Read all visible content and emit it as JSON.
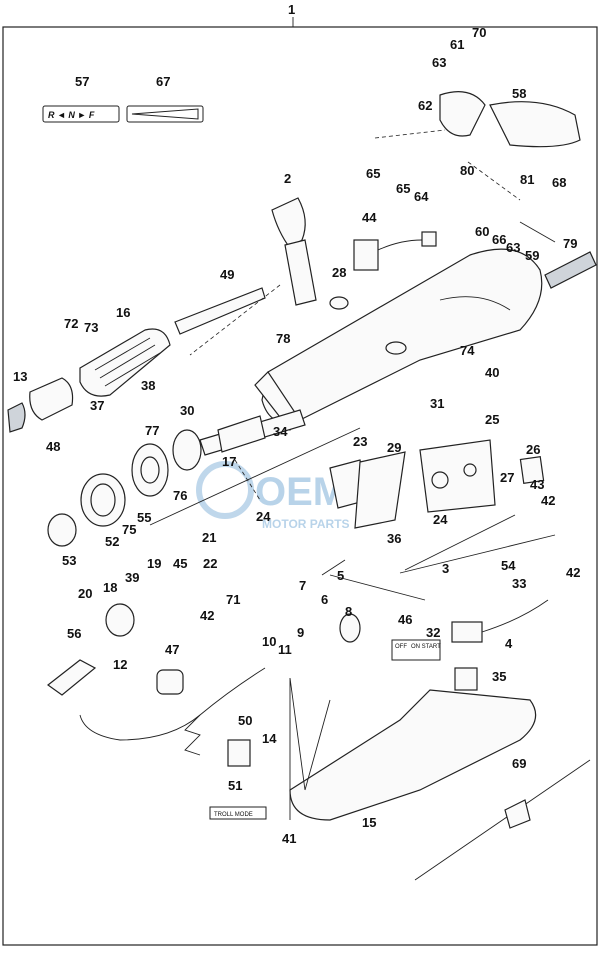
{
  "diagram": {
    "main_callout": "1",
    "callouts": [
      {
        "id": "p2",
        "text": "2"
      },
      {
        "id": "p3",
        "text": "3"
      },
      {
        "id": "p4",
        "text": "4"
      },
      {
        "id": "p5",
        "text": "5"
      },
      {
        "id": "p6",
        "text": "6"
      },
      {
        "id": "p7",
        "text": "7"
      },
      {
        "id": "p8",
        "text": "8"
      },
      {
        "id": "p9",
        "text": "9"
      },
      {
        "id": "p10",
        "text": "10"
      },
      {
        "id": "p11",
        "text": "11"
      },
      {
        "id": "p12",
        "text": "12"
      },
      {
        "id": "p13",
        "text": "13"
      },
      {
        "id": "p14",
        "text": "14"
      },
      {
        "id": "p15",
        "text": "15"
      },
      {
        "id": "p16",
        "text": "16"
      },
      {
        "id": "p17",
        "text": "17"
      },
      {
        "id": "p18",
        "text": "18"
      },
      {
        "id": "p19",
        "text": "19"
      },
      {
        "id": "p20",
        "text": "20"
      },
      {
        "id": "p21",
        "text": "21"
      },
      {
        "id": "p22",
        "text": "22"
      },
      {
        "id": "p23",
        "text": "23"
      },
      {
        "id": "p24a",
        "text": "24"
      },
      {
        "id": "p24b",
        "text": "24"
      },
      {
        "id": "p25",
        "text": "25"
      },
      {
        "id": "p26",
        "text": "26"
      },
      {
        "id": "p27",
        "text": "27"
      },
      {
        "id": "p28",
        "text": "28"
      },
      {
        "id": "p29",
        "text": "29"
      },
      {
        "id": "p30",
        "text": "30"
      },
      {
        "id": "p31",
        "text": "31"
      },
      {
        "id": "p32",
        "text": "32"
      },
      {
        "id": "p33",
        "text": "33"
      },
      {
        "id": "p34",
        "text": "34"
      },
      {
        "id": "p35",
        "text": "35"
      },
      {
        "id": "p36",
        "text": "36"
      },
      {
        "id": "p37",
        "text": "37"
      },
      {
        "id": "p38",
        "text": "38"
      },
      {
        "id": "p39",
        "text": "39"
      },
      {
        "id": "p40",
        "text": "40"
      },
      {
        "id": "p41",
        "text": "41"
      },
      {
        "id": "p42a",
        "text": "42"
      },
      {
        "id": "p42b",
        "text": "42"
      },
      {
        "id": "p42c",
        "text": "42"
      },
      {
        "id": "p43",
        "text": "43"
      },
      {
        "id": "p44",
        "text": "44"
      },
      {
        "id": "p45",
        "text": "45"
      },
      {
        "id": "p46",
        "text": "46"
      },
      {
        "id": "p47",
        "text": "47"
      },
      {
        "id": "p48",
        "text": "48"
      },
      {
        "id": "p49",
        "text": "49"
      },
      {
        "id": "p50",
        "text": "50"
      },
      {
        "id": "p51",
        "text": "51"
      },
      {
        "id": "p52",
        "text": "52"
      },
      {
        "id": "p53",
        "text": "53"
      },
      {
        "id": "p54",
        "text": "54"
      },
      {
        "id": "p55",
        "text": "55"
      },
      {
        "id": "p56",
        "text": "56"
      },
      {
        "id": "p57",
        "text": "57"
      },
      {
        "id": "p58",
        "text": "58"
      },
      {
        "id": "p59",
        "text": "59"
      },
      {
        "id": "p60",
        "text": "60"
      },
      {
        "id": "p61",
        "text": "61"
      },
      {
        "id": "p62",
        "text": "62"
      },
      {
        "id": "p63a",
        "text": "63"
      },
      {
        "id": "p63b",
        "text": "63"
      },
      {
        "id": "p64",
        "text": "64"
      },
      {
        "id": "p65a",
        "text": "65"
      },
      {
        "id": "p65b",
        "text": "65"
      },
      {
        "id": "p66",
        "text": "66"
      },
      {
        "id": "p67",
        "text": "67"
      },
      {
        "id": "p68",
        "text": "68"
      },
      {
        "id": "p69",
        "text": "69"
      },
      {
        "id": "p70",
        "text": "70"
      },
      {
        "id": "p71",
        "text": "71"
      },
      {
        "id": "p72",
        "text": "72"
      },
      {
        "id": "p73",
        "text": "73"
      },
      {
        "id": "p74",
        "text": "74"
      },
      {
        "id": "p75",
        "text": "75"
      },
      {
        "id": "p76",
        "text": "76"
      },
      {
        "id": "p77",
        "text": "77"
      },
      {
        "id": "p78",
        "text": "78"
      },
      {
        "id": "p79",
        "text": "79"
      },
      {
        "id": "p80",
        "text": "80"
      },
      {
        "id": "p81",
        "text": "81"
      }
    ],
    "labels": {
      "shift_decal": "R ◄ N ► F",
      "troll_mode": "TROLL MODE",
      "switch_decal_off": "OFF",
      "switch_decal_on_start": "ON START"
    },
    "watermark": {
      "brand": "OEM",
      "subtitle": "MOTOR PARTS",
      "color": "#7fb0d8"
    }
  }
}
